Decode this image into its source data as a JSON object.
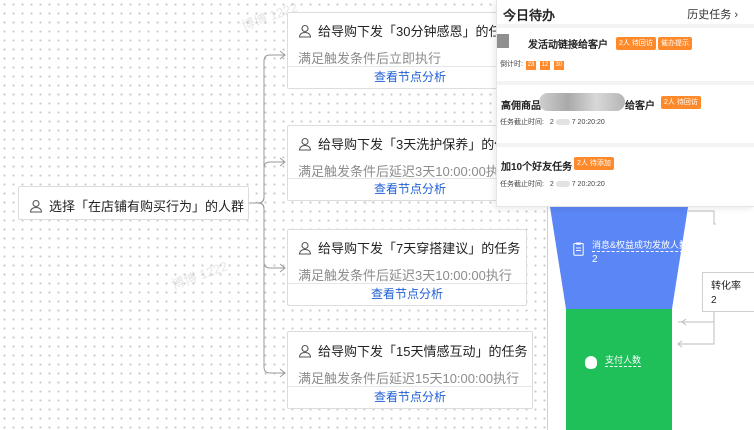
{
  "flow": {
    "root": {
      "label": "选择「在店铺有购买行为」的人群"
    },
    "nodes": [
      {
        "title": "给导购下发「30分钟感恩」的任",
        "sub": "满足触发条件后立即执行",
        "link": "查看节点分析"
      },
      {
        "title": "给导购下发「3天洗护保养」的任",
        "sub": "满足触发条件后延迟3天10:00:00执",
        "link": "查看节点分析"
      },
      {
        "title": "给导购下发「7天穿搭建议」的任务",
        "sub": "满足触发条件后延迟3天10:00:00执行",
        "link": "查看节点分析"
      },
      {
        "title": "给导购下发「15天情感互动」的任务",
        "sub": "满足触发条件后延迟15天10:00:00执行",
        "link": "查看节点分析"
      }
    ],
    "watermarks": [
      "博博 1222",
      "博博 1222",
      "博博 1222"
    ]
  },
  "todo": {
    "title": "今日待办",
    "history_link": "历史任务 ›",
    "tasks": [
      {
        "title": "发活动链接给客户",
        "tags": [
          "2人 待回访",
          "催办提示"
        ],
        "countdown_label": "倒计时:",
        "countdown": [
          "23",
          "12",
          "30"
        ]
      },
      {
        "title_prefix": "高佣商品",
        "title_suffix": "给客户",
        "tags": [
          "2人 待回访"
        ],
        "deadline_label": "任务截止时间:",
        "deadline": "2",
        "deadline_tail": "7 20:20:20"
      },
      {
        "title": "加10个好友任务",
        "tags": [
          "2人 待添加"
        ],
        "deadline_label": "任务截止时间:",
        "deadline": "2",
        "deadline_tail": "7 20:20:20"
      }
    ]
  },
  "funnel": {
    "stage_blue": {
      "label": "消息&权益成功发放人数",
      "value": "2"
    },
    "stage_green": {
      "label": "支付人数",
      "value": ""
    },
    "conversion": {
      "label": "转化率",
      "value": "2"
    },
    "colors": {
      "blue": "#5b86f5",
      "green": "#1fc05a",
      "accent": "#ff8a2b",
      "link": "#1f5fd6"
    }
  }
}
